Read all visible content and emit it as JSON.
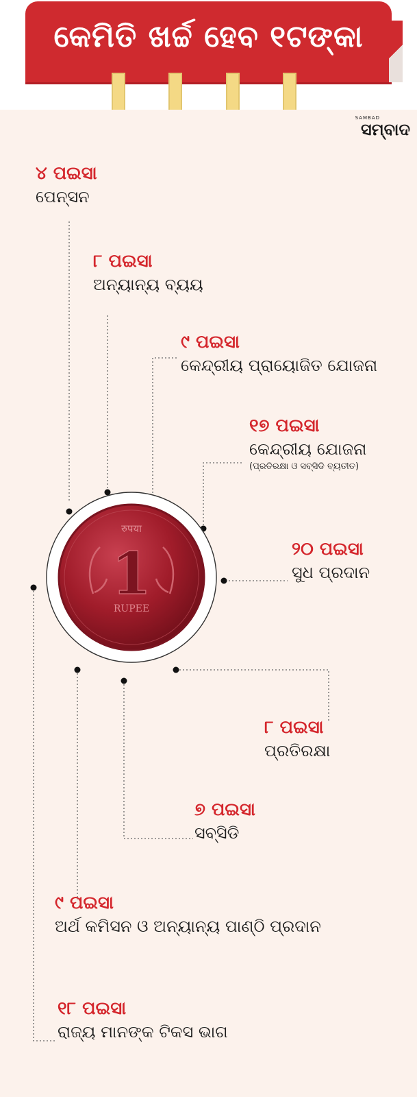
{
  "header": {
    "title": "କେମିତି ଖର୍ଚ୍ଚ ହେବ ୧ଟଙ୍କା"
  },
  "brand": {
    "logo_text": "ସମ୍ବାଦ",
    "logo_sub": "SAMBAD"
  },
  "coin": {
    "icon": "one-rupee-coin-icon",
    "text_top": "रुपया",
    "numeral": "1",
    "text_bottom": "RUPEE"
  },
  "colors": {
    "banner": "#cf2a2f",
    "accent": "#d4262c",
    "panel": "#fcf2ec",
    "tab": "#f4d985",
    "coin": "#a81e2c"
  },
  "items": [
    {
      "amount": "୪ ପଇସା",
      "label": "ପେନ୍‌ସନ"
    },
    {
      "amount": "୮ ପଇସା",
      "label": "ଅନ୍ୟାନ୍ୟ ବ୍ୟୟ"
    },
    {
      "amount": "୯ ପଇସା",
      "label": "କେନ୍ଦ୍ରୀୟ ପ୍ରାୟୋଜିତ ଯୋଜନା"
    },
    {
      "amount": "୧୭ ପଇସା",
      "label": "କେନ୍ଦ୍ରୀୟ ଯୋଜନା",
      "note": "(ପ୍ରତିରକ୍ଷା ଓ ସବ୍‌ସିଡି ବ୍ୟତୀତ)"
    },
    {
      "amount": "୨୦ ପଇସା",
      "label": "ସୁଧ ପ୍ରଦାନ"
    },
    {
      "amount": "୮ ପଇସା",
      "label": "ପ୍ରତିରକ୍ଷା"
    },
    {
      "amount": "୭ ପଇସା",
      "label": "ସବ୍‌ସିଡି"
    },
    {
      "amount": "୯ ପଇସା",
      "label": "ଅର୍ଥ କମିସନ ଓ ଅନ୍ୟାନ୍ୟ ପାଣ୍ଠି ପ୍ରଦାନ"
    },
    {
      "amount": "୧୮ ପଇସା",
      "label": "ରାଜ୍ୟ ମାନଙ୍କ ଟିକସ ଭାଗ"
    }
  ]
}
